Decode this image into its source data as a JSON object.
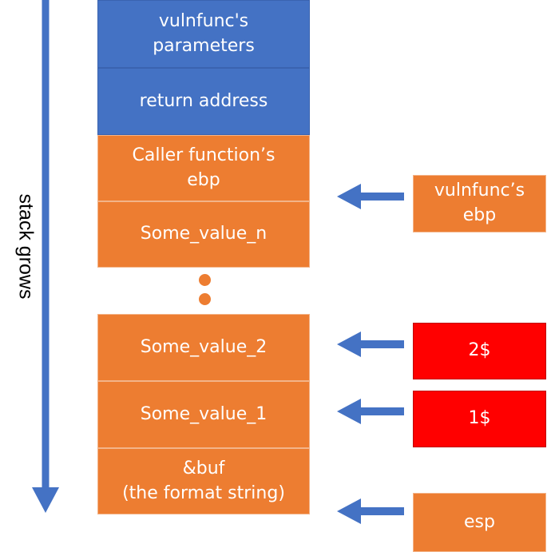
{
  "colors": {
    "blue": "#4472c4",
    "orange": "#ed7d31",
    "red": "#ff0000",
    "arrow": "#4472c4"
  },
  "direction_label": "stack grows",
  "stack": [
    {
      "text": "vulnfunc's\nparameters",
      "color": "blue"
    },
    {
      "text": "return address",
      "color": "blue"
    },
    {
      "text": "Caller function’s\nebp",
      "color": "orange"
    },
    {
      "text": "Some_value_n",
      "color": "orange"
    },
    {
      "text": "Some_value_2",
      "color": "orange"
    },
    {
      "text": "Some_value_1",
      "color": "orange"
    },
    {
      "text": "&buf\n(the format string)",
      "color": "orange"
    }
  ],
  "pointers": [
    {
      "text": "vulnfunc’s\nebp",
      "color": "orange"
    },
    {
      "text": "2$",
      "color": "red"
    },
    {
      "text": "1$",
      "color": "red"
    },
    {
      "text": "esp",
      "color": "orange"
    }
  ],
  "ellipsis_icon": "vertical-dots-icon"
}
